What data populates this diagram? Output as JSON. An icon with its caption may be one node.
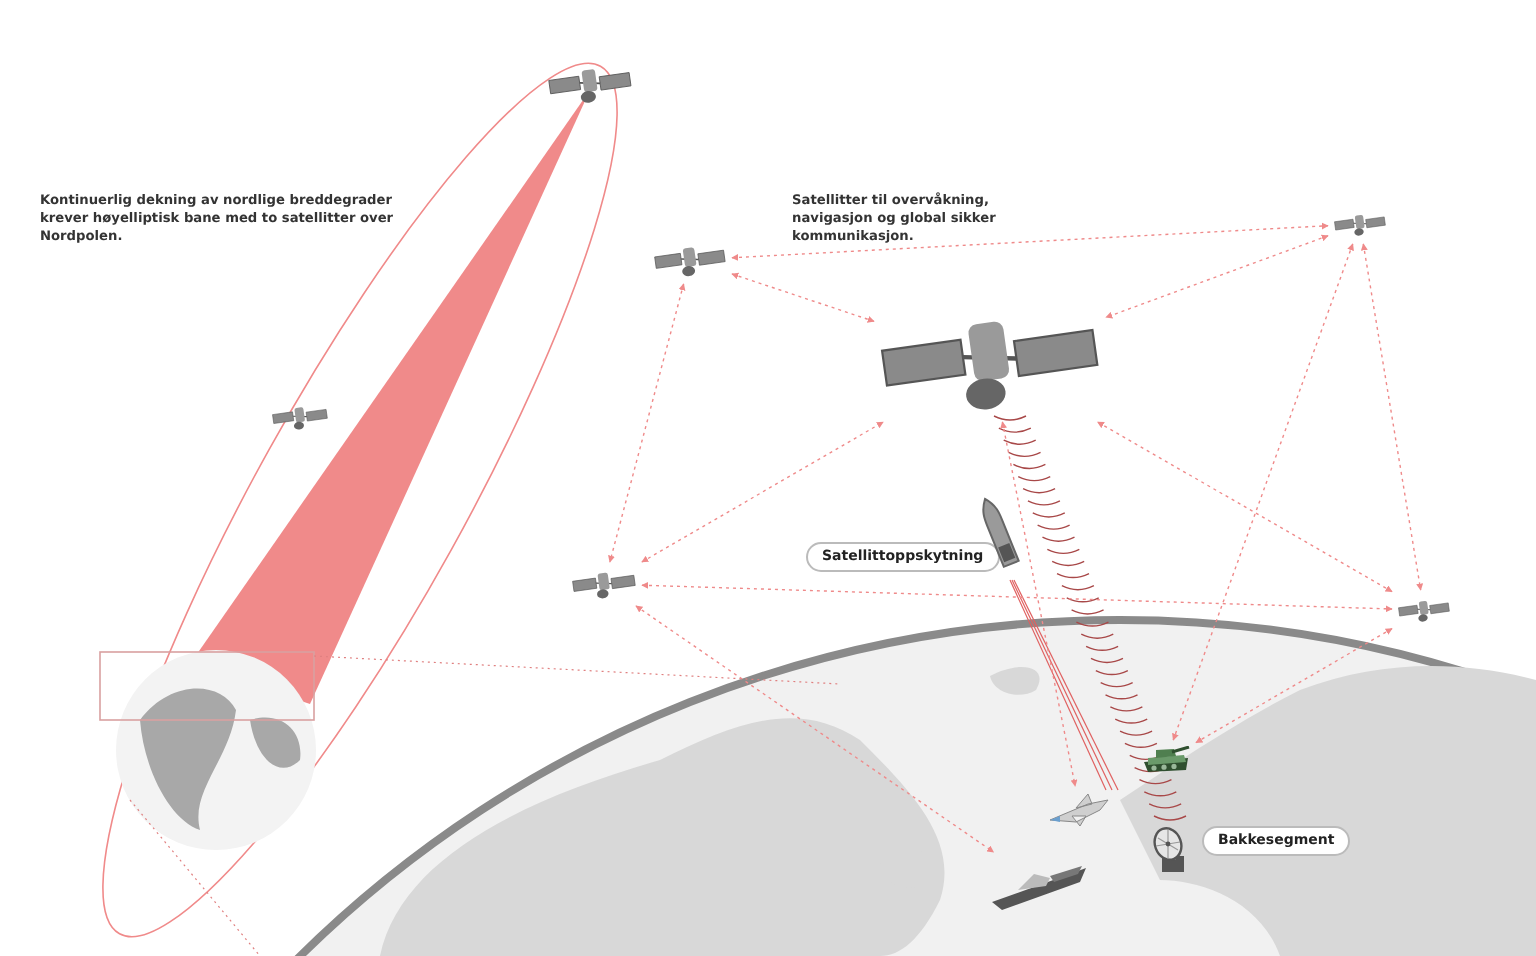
{
  "diagram": {
    "nodes": [
      {
        "text": [],
        "shape": "picture"
      },
      {
        "text": [],
        "shape": "picture"
      },
      {
        "text": [],
        "shape": "picture"
      },
      {
        "text": [],
        "shape": "picture"
      },
      {
        "text": [],
        "shape": "picture"
      },
      {
        "text": [],
        "shape": "picture"
      },
      {
        "text": [],
        "shape": "picture"
      },
      {
        "text": [
          "Satellittoppskytning"
        ]
      },
      {
        "text": [],
        "shape": "picture"
      },
      {
        "text": [],
        "shape": "picture"
      },
      {
        "text": [],
        "shape": "picture"
      },
      {
        "text": [
          "Bakkesegment"
        ]
      },
      {
        "text": [],
        "shape": "picture"
      },
      {
        "text": [],
        "shape": "picture"
      }
    ],
    "edges": [
      {
        "from": 2,
        "to": 3,
        "arrow": "both",
        "style": "dashed"
      },
      {
        "from": 2,
        "to": 4,
        "arrow": "both",
        "style": "dashed"
      },
      {
        "from": 3,
        "to": 4,
        "arrow": "both",
        "style": "dashed"
      },
      {
        "from": 2,
        "to": 5,
        "arrow": "both",
        "style": "dashed"
      },
      {
        "from": 3,
        "to": 6,
        "arrow": "both",
        "style": "dashed"
      },
      {
        "from": 5,
        "to": 4,
        "arrow": "both",
        "style": "dashed"
      },
      {
        "from": 6,
        "to": 4,
        "arrow": "both",
        "style": "dashed"
      },
      {
        "from": 5,
        "to": 6,
        "arrow": "both",
        "style": "dashed"
      },
      {
        "from": 3,
        "to": 9,
        "arrow": "both",
        "style": "dashed"
      },
      {
        "from": 6,
        "to": 9,
        "arrow": "both",
        "style": "dashed"
      },
      {
        "from": 4,
        "to": 10,
        "arrow": "both",
        "style": "dashed"
      },
      {
        "from": 5,
        "to": 13,
        "arrow": "both",
        "style": "dashed"
      }
    ],
    "labels": [
      "Kontinuerlig dekning av nordlige breddegrader krever høyelliptisk bane med to satellitter over Nordpolen.",
      "Satellitter til overvåkning, navigasjon og global sikker kommunikasjon."
    ]
  }
}
